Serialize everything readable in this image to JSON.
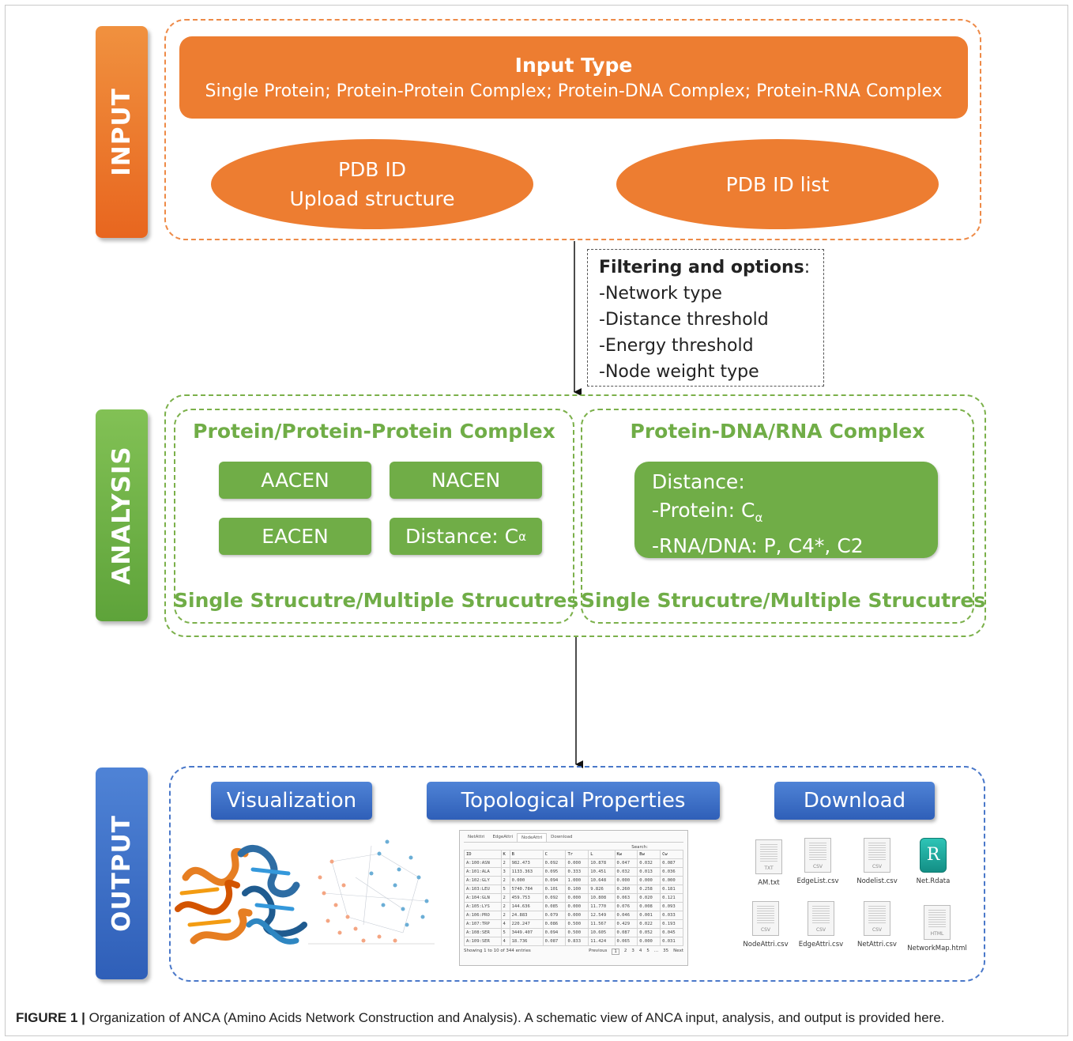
{
  "stages": {
    "input": "INPUT",
    "analysis": "ANALYSIS",
    "output": "OUTPUT"
  },
  "input": {
    "type_title": "Input Type",
    "type_list": "Single Protein; Protein-Protein Complex; Protein-DNA Complex; Protein-RNA Complex",
    "ellipse_left": [
      "PDB ID",
      "Upload structure"
    ],
    "ellipse_right": "PDB ID list"
  },
  "filtering": {
    "title": "Filtering and options",
    "colon": ":",
    "items": [
      "-Network type",
      "-Distance threshold",
      "-Energy threshold",
      "-Node weight type"
    ]
  },
  "analysis": {
    "left": {
      "title": "Protein/Protein-Protein Complex",
      "boxes": [
        "AACEN",
        "NACEN",
        "EACEN",
        "Distance: C"
      ],
      "alpha": "α",
      "footer": "Single Strucutre/Multiple Strucutres"
    },
    "right": {
      "title": "Protein-DNA/RNA Complex",
      "lines": [
        "Distance:",
        "-Protein: C",
        "-RNA/DNA: P, C4*, C2"
      ],
      "alpha": "α",
      "footer": "Single Strucutre/Multiple Strucutres"
    }
  },
  "output": {
    "buttons": [
      "Visualization",
      "Topological Properties",
      "Download"
    ],
    "table": {
      "tabs": [
        "NetAttri",
        "EdgeAttri",
        "NodeAttri",
        "Download"
      ],
      "search_label": "Search:",
      "headers": [
        "ID",
        "K",
        "B",
        "C",
        "Tr",
        "L",
        "Kw",
        "Bw",
        "Cw"
      ],
      "rows": [
        [
          "A:100:ASN",
          "2",
          "982.473",
          "0.092",
          "0.000",
          "10.878",
          "0.047",
          "0.032",
          "0.087"
        ],
        [
          "A:101:ALA",
          "3",
          "1133.363",
          "0.095",
          "0.333",
          "10.451",
          "0.032",
          "0.013",
          "0.036"
        ],
        [
          "A:102:GLY",
          "2",
          "0.000",
          "0.094",
          "1.000",
          "10.648",
          "0.000",
          "0.000",
          "0.000"
        ],
        [
          "A:103:LEU",
          "5",
          "5740.784",
          "0.101",
          "0.100",
          "9.826",
          "0.260",
          "0.258",
          "0.181"
        ],
        [
          "A:104:GLN",
          "2",
          "459.753",
          "0.092",
          "0.000",
          "10.808",
          "0.063",
          "0.020",
          "0.121"
        ],
        [
          "A:105:LYS",
          "2",
          "144.636",
          "0.085",
          "0.000",
          "11.770",
          "0.076",
          "0.008",
          "0.093"
        ],
        [
          "A:106:PRO",
          "2",
          "24.883",
          "0.079",
          "0.000",
          "12.549",
          "0.046",
          "0.001",
          "0.033"
        ],
        [
          "A:107:TRP",
          "4",
          "220.247",
          "0.086",
          "0.500",
          "11.567",
          "0.429",
          "0.022",
          "0.193"
        ],
        [
          "A:108:SER",
          "5",
          "3449.407",
          "0.094",
          "0.500",
          "10.605",
          "0.087",
          "0.052",
          "0.045"
        ],
        [
          "A:109:SER",
          "4",
          "18.736",
          "0.087",
          "0.833",
          "11.424",
          "0.065",
          "0.000",
          "0.031"
        ]
      ],
      "info": "Showing 1 to 10 of 344 entries",
      "pager": [
        "Previous",
        "1",
        "2",
        "3",
        "4",
        "5",
        "...",
        "35",
        "Next"
      ]
    },
    "files": [
      {
        "name": "AM.txt",
        "tag": "TXT"
      },
      {
        "name": "EdgeList.csv",
        "tag": "CSV"
      },
      {
        "name": "Nodelist.csv",
        "tag": "CSV"
      },
      {
        "name": "Net.Rdata",
        "tag": "R"
      },
      {
        "name": "NodeAttri.csv",
        "tag": "CSV"
      },
      {
        "name": "EdgeAttri.csv",
        "tag": "CSV"
      },
      {
        "name": "NetAttri.csv",
        "tag": "CSV"
      },
      {
        "name": "NetworkMap.html",
        "tag": "HTML"
      }
    ]
  },
  "caption": {
    "label": "FIGURE 1 |",
    "text": " Organization of ANCA (Amino Acids Network Construction and Analysis). A schematic view of ANCA input, analysis, and output is provided here."
  },
  "colors": {
    "orange": "#ed7d31",
    "green": "#70ad47",
    "blue": "#2f5fb8"
  }
}
